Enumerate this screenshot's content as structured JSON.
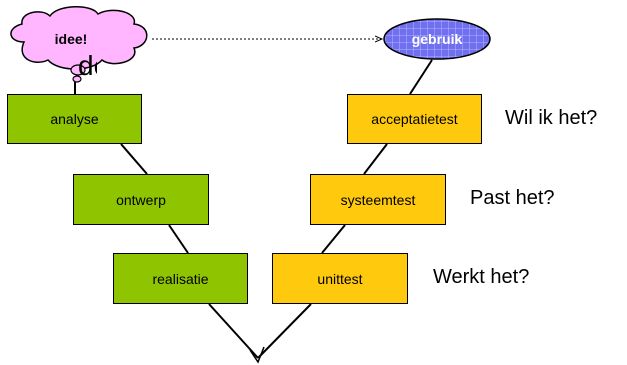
{
  "colors": {
    "phase_left": "#8fc400",
    "phase_right": "#ffc90e",
    "cloud_fill": "#ffb6ff",
    "ellipse_fill": "#6f6ff0",
    "ellipse_grid": "#c9c9ff",
    "line": "#000000"
  },
  "top": {
    "idea_label": "idee!",
    "usage_label": "gebruik",
    "text_fragment": "de"
  },
  "left_phases": [
    {
      "label": "analyse"
    },
    {
      "label": "ontwerp"
    },
    {
      "label": "realisatie"
    }
  ],
  "right_phases": [
    {
      "label": "acceptatietest"
    },
    {
      "label": "systeemtest"
    },
    {
      "label": "unittest"
    }
  ],
  "questions": [
    {
      "text": "Wil ik het?"
    },
    {
      "text": "Past het?"
    },
    {
      "text": "Werkt het?"
    }
  ],
  "icons": {
    "idea_shape": "thought-cloud",
    "usage_shape": "grid-ellipse"
  }
}
